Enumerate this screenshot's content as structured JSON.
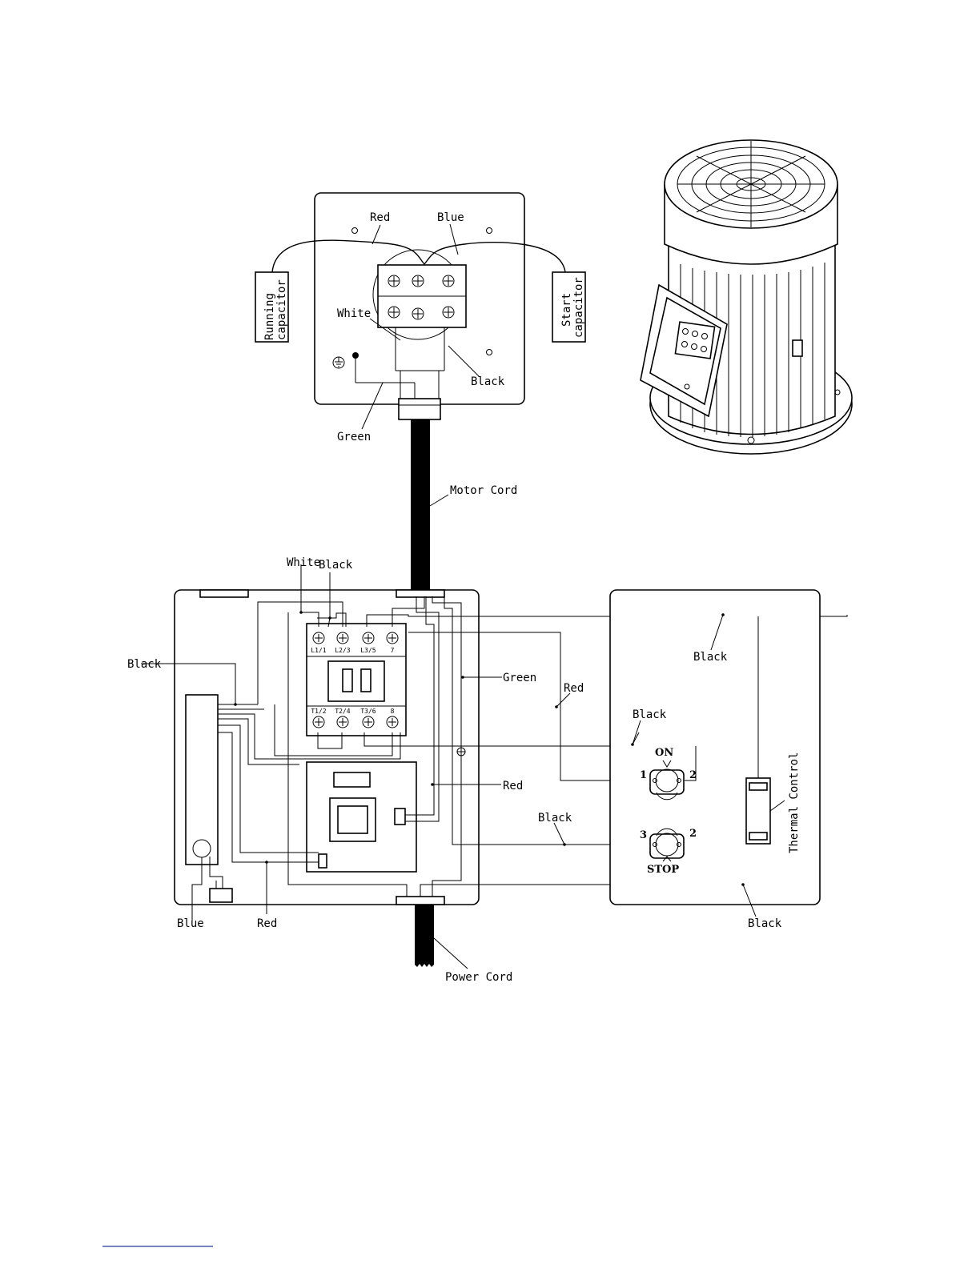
{
  "motor_box": {
    "labels": {
      "red": "Red",
      "blue": "Blue",
      "white": "White",
      "black": "Black",
      "green": "Green",
      "running_capacitor_line1": "Running",
      "running_capacitor_line2": "capacitor",
      "start_capacitor_line1": "Start",
      "start_capacitor_line2": "capacitor"
    }
  },
  "cords": {
    "motor_cord": "Motor Cord",
    "power_cord": "Power Cord"
  },
  "control_box": {
    "labels": {
      "white_top": "White",
      "black_top": "Black",
      "black_left": "Black",
      "green": "Green",
      "red_mid": "Red",
      "red_right": "Red",
      "blue_bottom": "Blue",
      "red_bottom": "Red"
    },
    "contactor_terminals_top": [
      "L1/1",
      "L2/3",
      "L3/5",
      "7"
    ],
    "contactor_terminals_bottom": [
      "T1/2",
      "T2/4",
      "T3/6",
      "8"
    ]
  },
  "switch_box": {
    "labels": {
      "black_top": "Black",
      "black_mid": "Black",
      "black_lower": "Black",
      "black_bottom": "Black",
      "thermal_control": "Thermal Control"
    },
    "on_switch": {
      "label": "ON",
      "terminal_left": "1",
      "terminal_right": "2"
    },
    "stop_switch": {
      "label": "STOP",
      "terminal_left": "3",
      "terminal_right": "2"
    }
  }
}
